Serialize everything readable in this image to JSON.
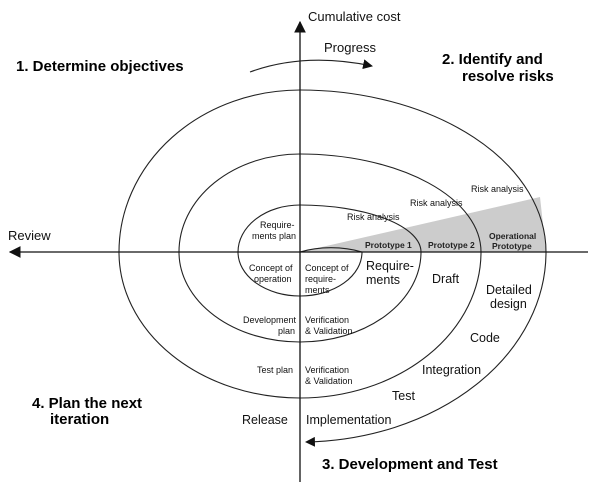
{
  "quadrants": {
    "q1": "1. Determine objectives",
    "q2_line1": "2. Identify and",
    "q2_line2": "resolve risks",
    "q3": "3. Development and Test",
    "q4_line1": "4. Plan the next",
    "q4_line2": "iteration"
  },
  "axes": {
    "y_label": "Cumulative cost",
    "x_label": "Review",
    "progress": "Progress"
  },
  "risk_analysis": [
    "Risk analysis",
    "Risk analysis",
    "Risk analysis"
  ],
  "prototypes": {
    "p1": "Prototype 1",
    "p2": "Prototype 2",
    "op_line1": "Operational",
    "op_line2": "Prototype"
  },
  "left_plans": {
    "req_plan_line1": "Require-",
    "req_plan_line2": "ments plan",
    "concept_line1": "Concept of",
    "concept_line2": "operation",
    "dev_plan_line1": "Development",
    "dev_plan_line2": "plan",
    "test_plan": "Test plan",
    "release": "Release"
  },
  "center": {
    "concept_req_line1": "Concept of",
    "concept_req_line2": "require-",
    "concept_req_line3": "ments",
    "vv1_line1": "Verification",
    "vv1_line2": "& Validation",
    "vv2_line1": "Verification",
    "vv2_line2": "& Validation"
  },
  "stages": {
    "requirements_line1": "Require-",
    "requirements_line2": "ments",
    "draft": "Draft",
    "detailed_line1": "Detailed",
    "detailed_line2": "design",
    "code": "Code",
    "integration": "Integration",
    "test": "Test",
    "implementation": "Implementation"
  }
}
